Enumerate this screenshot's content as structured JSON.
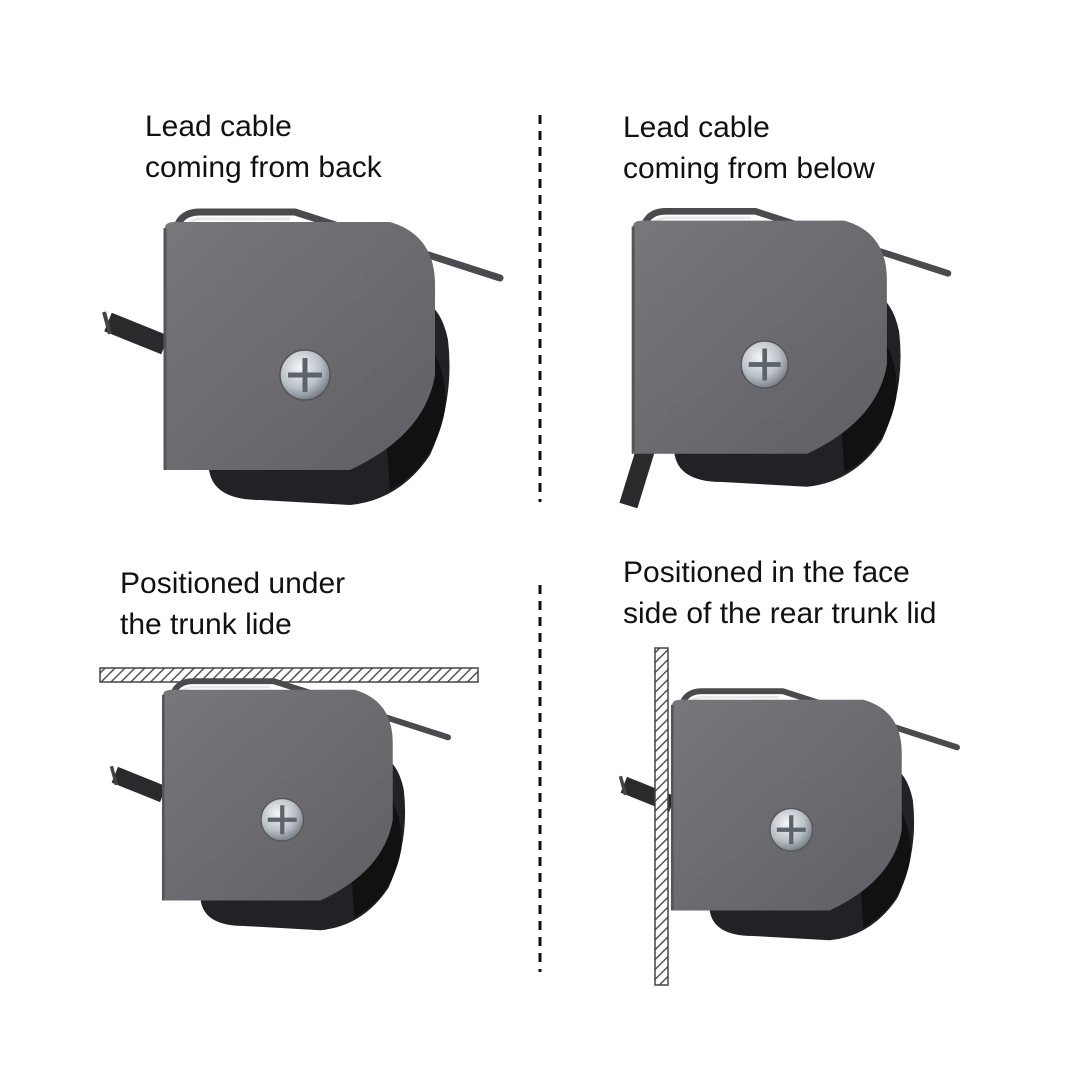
{
  "panels": [
    {
      "caption": [
        "Lead cable",
        "coming from back"
      ]
    },
    {
      "caption": [
        "Lead cable",
        "coming from below"
      ]
    },
    {
      "caption": [
        "Positioned under",
        "the trunk lide"
      ]
    },
    {
      "caption": [
        "Positioned in the face",
        "side of the rear trunk lid"
      ]
    }
  ],
  "colors": {
    "plate": "#6b6b70",
    "housing": "#222226",
    "text": "#111111"
  }
}
